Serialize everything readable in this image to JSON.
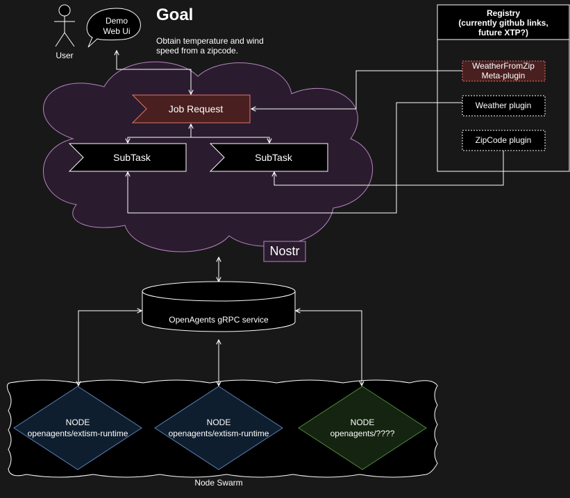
{
  "goal": {
    "title": "Goal",
    "description_lines": [
      "Obtain temperature and wind",
      "speed from a zipcode."
    ]
  },
  "user": {
    "label": "User"
  },
  "speech_bubble": {
    "lines": [
      "Demo",
      "Web Ui"
    ]
  },
  "cloud": {
    "label": "Nostr",
    "job_request": "Job Request",
    "subtasks": [
      "SubTask",
      "SubTask"
    ]
  },
  "registry": {
    "title_lines": [
      "Registry",
      "(currently github links,",
      "future XTP?)"
    ],
    "plugins": [
      {
        "lines": [
          "WeatherFromZip",
          "Meta-plugin"
        ]
      },
      {
        "lines": [
          "Weather plugin"
        ]
      },
      {
        "lines": [
          "ZipCode plugin"
        ]
      }
    ]
  },
  "service": {
    "label": "OpenAgents gRPC service"
  },
  "swarm": {
    "label": "Node Swarm",
    "nodes": [
      {
        "lines": [
          "NODE",
          "openagents/extism-runtime"
        ]
      },
      {
        "lines": [
          "NODE",
          "openagents/extism-runtime"
        ]
      },
      {
        "lines": [
          "NODE",
          "openagents/????"
        ]
      }
    ]
  },
  "colors": {
    "background": "#181818",
    "cloud_fill": "#2a1c2e",
    "cloud_stroke": "#b784c4",
    "job_request_fill": "#4a1f1f",
    "job_request_stroke": "#e0766e",
    "node_blue_fill": "#0f1e2e",
    "node_blue_stroke": "#5b82b8",
    "node_green_fill": "#142410",
    "node_green_stroke": "#4f8a3a"
  }
}
